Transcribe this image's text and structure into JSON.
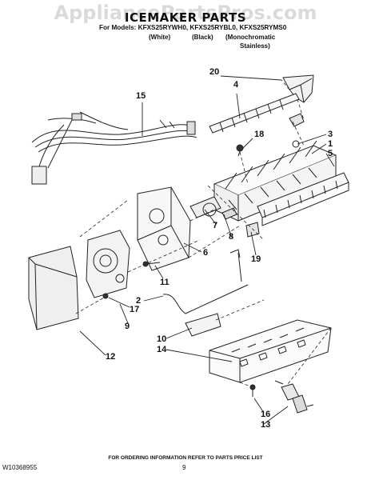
{
  "watermark": "AppliancePartsPros.com",
  "header": {
    "title": "ICEMAKER PARTS",
    "models": "For Models: KFXS25RYWH0, KFXS25RYBL0, KFXS25RYMS0",
    "variants": [
      "(White)",
      "(Black)",
      "(Monochromatic",
      "Stainless)"
    ]
  },
  "callouts": [
    "20",
    "4",
    "15",
    "18",
    "3",
    "1",
    "5",
    "8",
    "7",
    "6",
    "19",
    "11",
    "2",
    "17",
    "9",
    "12",
    "10",
    "14",
    "16",
    "13"
  ],
  "footer": {
    "ordering_note": "FOR ORDERING INFORMATION REFER TO PARTS PRICE LIST",
    "doc_number": "W10368955",
    "page_number": "9"
  }
}
